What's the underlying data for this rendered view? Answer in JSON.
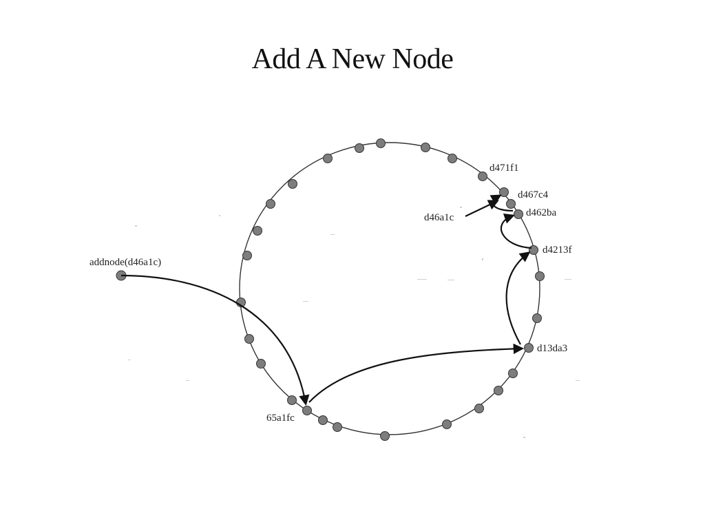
{
  "slide": {
    "title": "Add A New Node"
  },
  "diagram": {
    "labels": {
      "addnode": "addnode(d46a1c)",
      "d471f1": "d471f1",
      "d467c4": "d467c4",
      "d46a1c": "d46a1c",
      "d462ba": "d462ba",
      "d4213f": "d4213f",
      "d13da3": "d13da3",
      "n65a1fc": "65a1fc"
    }
  }
}
